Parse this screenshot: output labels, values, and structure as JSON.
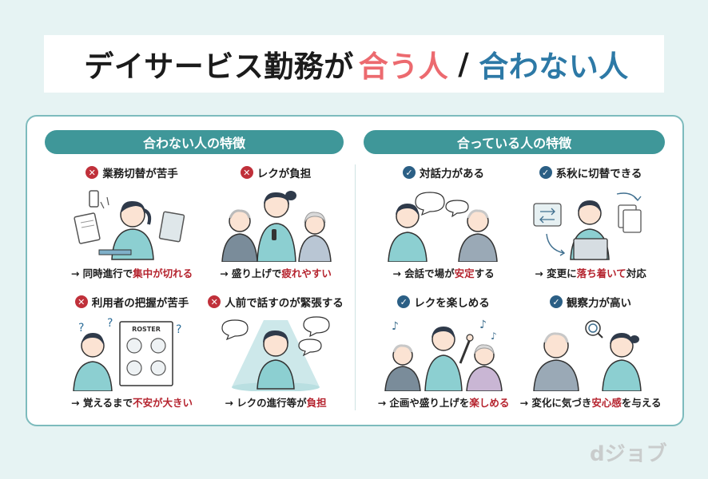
{
  "title": {
    "main": "デイサービス勤務が",
    "good": "合う人",
    "sep": "/",
    "bad": "合わない人"
  },
  "left_section": {
    "header": "合わない人の特徴"
  },
  "right_section": {
    "header": "合っている人の特徴"
  },
  "items": [
    {
      "heading": "業務切替が苦手",
      "pre": "→ 同時進行で",
      "hl": "集中が切れる",
      "post": ""
    },
    {
      "heading": "レクが負担",
      "pre": "→ 盛り上げで",
      "hl": "疲れやすい",
      "post": ""
    },
    {
      "heading": "利用者の把握が苦手",
      "pre": "→ 覚えるまで",
      "hl": "不安が大きい",
      "post": "",
      "board": "ROSTER"
    },
    {
      "heading": "人前で話すのが緊張する",
      "pre": "→ レクの進行等が",
      "hl": "負担",
      "post": ""
    },
    {
      "heading": "対話力がある",
      "pre": "→ 会話で場が",
      "hl": "安定",
      "post": "する"
    },
    {
      "heading": "系秋に切替できる",
      "pre": "→ 変更に",
      "hl": "落ち着いて",
      "post": "対応"
    },
    {
      "heading": "レクを楽しめる",
      "pre": "→ 企画や盛り上げを",
      "hl": "楽しめる",
      "post": ""
    },
    {
      "heading": "観察力が高い",
      "pre": "→ 変化に気づき",
      "hl": "安心感",
      "post": "を与える"
    }
  ],
  "logo": "dジョブ",
  "colors": {
    "accent_teal": "#3f9799",
    "good_pink": "#ec6a6f",
    "bad_blue": "#2d79a6",
    "highlight_red": "#b5232e"
  }
}
